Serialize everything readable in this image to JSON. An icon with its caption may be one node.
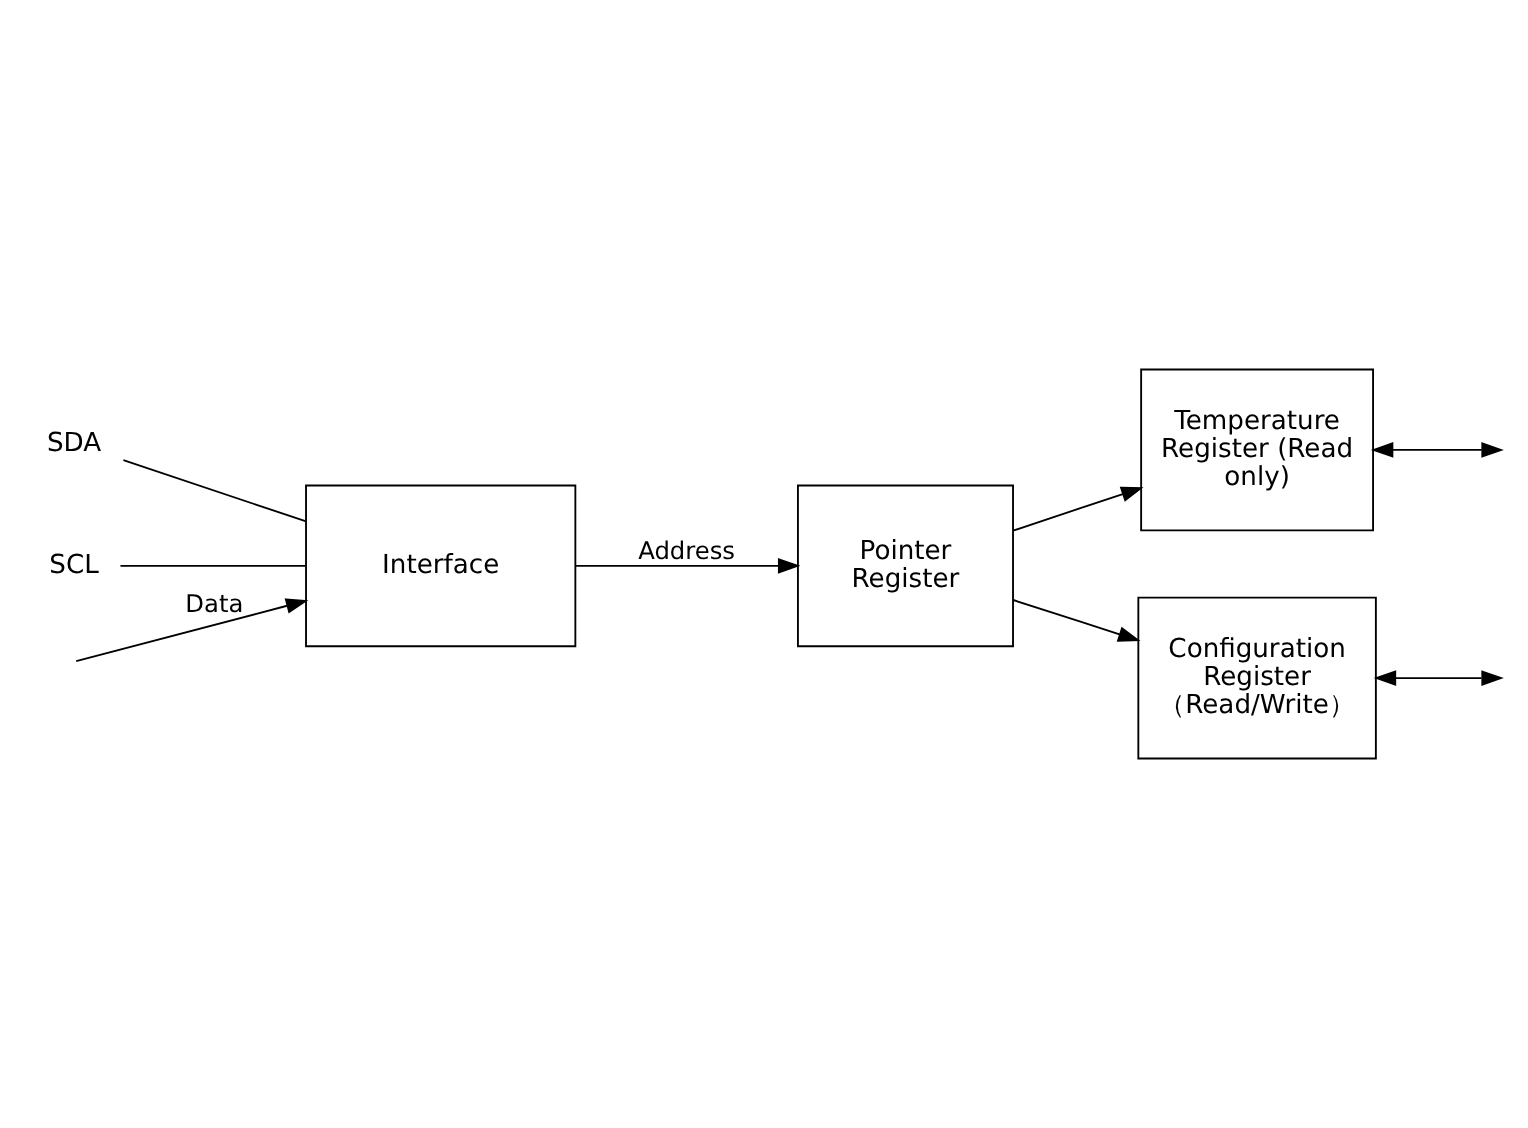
{
  "diagram": {
    "nodes": [
      {
        "text": [
          "Interface"
        ]
      },
      {
        "text": [
          "SDA"
        ]
      },
      {
        "text": [
          "SCL"
        ]
      },
      {
        "text": [
          "Temperature Register (Read only)"
        ]
      },
      {
        "text": [
          "Pointer Register"
        ]
      },
      {
        "text": [
          "Configuration Register （Read/Write）"
        ]
      }
    ],
    "edges": [
      {
        "from": 1,
        "to": 0,
        "arrow": "none"
      },
      {
        "from": 2,
        "to": 0,
        "arrow": "none"
      },
      {
        "from": null,
        "to": 0,
        "arrow": "to",
        "label": "Data"
      },
      {
        "from": 0,
        "to": 4,
        "arrow": "to",
        "label": "Address"
      },
      {
        "from": 4,
        "to": 3,
        "arrow": "to"
      },
      {
        "from": 4,
        "to": 5,
        "arrow": "to"
      },
      {
        "from": 3,
        "to": null,
        "arrow": "both"
      },
      {
        "from": 5,
        "to": null,
        "arrow": "both"
      }
    ]
  }
}
